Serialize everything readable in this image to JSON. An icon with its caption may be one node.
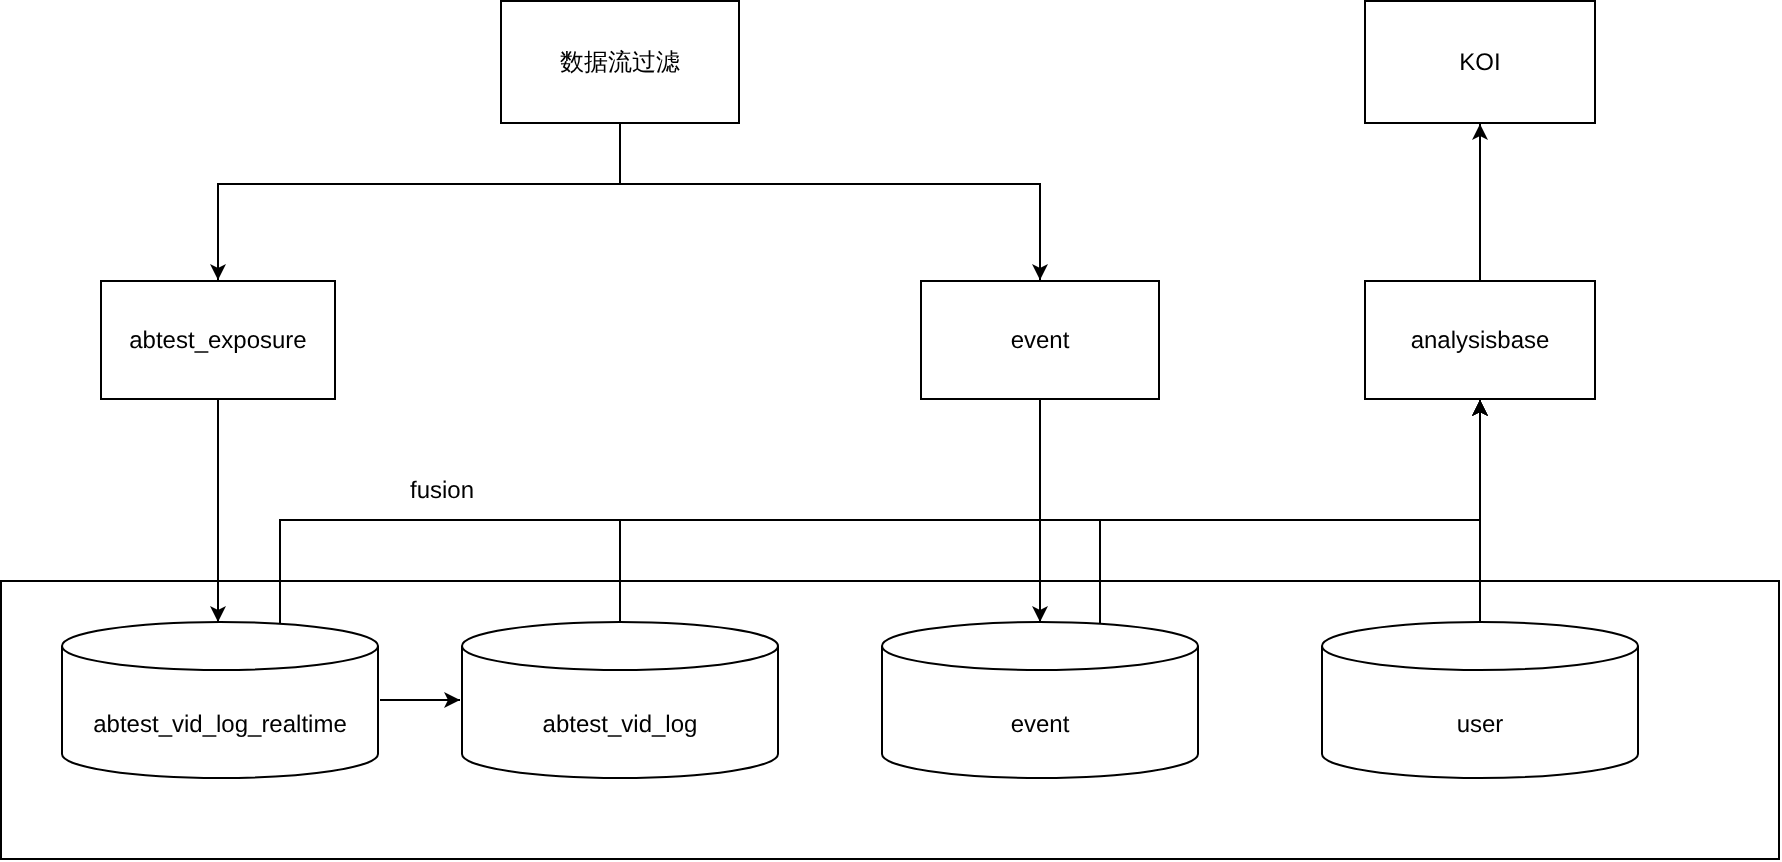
{
  "diagram": {
    "nodes": [
      {
        "text": [
          "数据流过滤"
        ]
      },
      {
        "text": [
          "KOI"
        ]
      },
      {
        "text": [
          "abtest_exposure"
        ]
      },
      {
        "text": [
          "event"
        ]
      },
      {
        "text": [
          "analysisbase"
        ]
      },
      {
        "text": [],
        "shape": "box"
      },
      {
        "text": [
          "abtest_vid_log_realtime"
        ],
        "in": 5
      },
      {
        "text": [
          "abtest_vid_log"
        ],
        "in": 5
      },
      {
        "text": [
          "event"
        ],
        "in": 5
      },
      {
        "text": [
          "user"
        ],
        "in": 5
      }
    ],
    "edges": [
      {
        "from": 0,
        "to": 2,
        "arrow": "to"
      },
      {
        "from": 0,
        "to": 3,
        "arrow": "to"
      },
      {
        "from": 2,
        "to": 6,
        "arrow": "to"
      },
      {
        "from": 3,
        "to": 8,
        "arrow": "to"
      },
      {
        "from": 6,
        "to": 7,
        "arrow": "to"
      },
      {
        "from": 4,
        "to": 1,
        "arrow": "to"
      },
      {
        "from": 6,
        "to": 4,
        "arrow": "to",
        "label": "fusion"
      },
      {
        "from": 7,
        "to": 4,
        "arrow": "to"
      },
      {
        "from": 8,
        "to": 4,
        "arrow": "to"
      },
      {
        "from": 9,
        "to": 4,
        "arrow": "to"
      }
    ]
  }
}
